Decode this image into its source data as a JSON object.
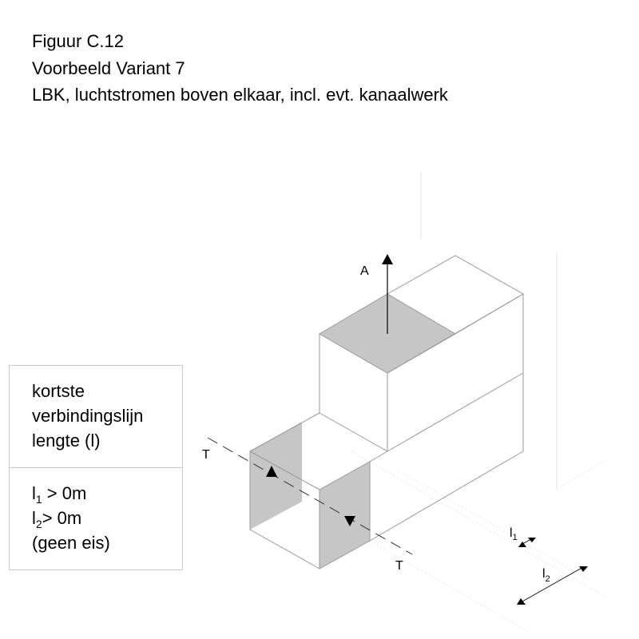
{
  "header": {
    "figure": "Figuur C.12",
    "subtitle": "Voorbeeld Variant 7",
    "description": "LBK, luchtstromen boven elkaar, incl. evt. kanaalwerk"
  },
  "legend": {
    "heading": [
      "kortste",
      "verbindingslijn",
      "lengte (l)"
    ],
    "conditions": [
      {
        "var": "l",
        "sub": "1",
        "text": " > 0m"
      },
      {
        "var": "l",
        "sub": "2",
        "text": "> 0m"
      }
    ],
    "note": "(geen eis)"
  },
  "diagram": {
    "label_exhaust": "A",
    "label_section_1": "T",
    "label_section_2": "T",
    "dim_l1": {
      "var": "l",
      "sub": "1"
    },
    "dim_l2": {
      "var": "l",
      "sub": "2"
    },
    "colors": {
      "shade": "#c6c6c6",
      "edge": "#999999"
    }
  }
}
